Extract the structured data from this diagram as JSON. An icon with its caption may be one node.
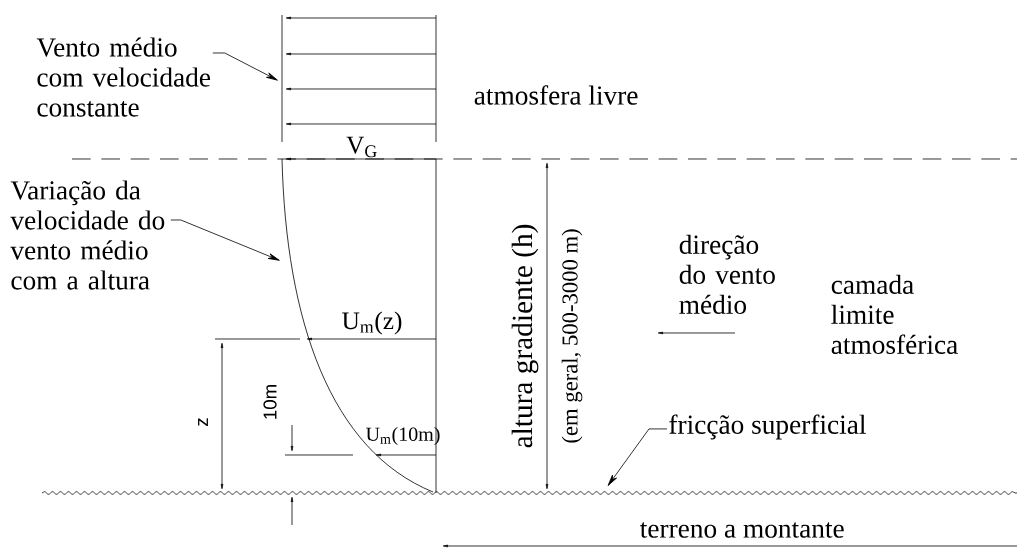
{
  "diagram": {
    "nodes": [
      {
        "text": [
          "Vento médio com velocidade constante"
        ]
      },
      {
        "text": [
          "Variação da velocidade do vento médio com a altura"
        ]
      },
      {
        "text": [
          "fricção superficial"
        ]
      },
      {
        "text": [],
        "shape": "picture"
      },
      {
        "text": [],
        "shape": "picture"
      },
      {
        "text": [],
        "shape": "picture"
      }
    ],
    "edges": [
      {
        "from": 0,
        "to": 3,
        "arrow": "to"
      },
      {
        "from": 1,
        "to": 4,
        "arrow": "to"
      },
      {
        "from": 2,
        "to": 5,
        "arrow": "to"
      }
    ],
    "labels": [
      "atmosfera livre",
      "V$_{G}$",
      "U$_{m}$(z)",
      "z",
      "10m",
      "U$_{m}$(10m)",
      "altura gradiente (h)",
      "(em geral, 500-3000 m)",
      "direção do vento médio",
      "camada limite atmosférica",
      "terreno a montante"
    ]
  }
}
